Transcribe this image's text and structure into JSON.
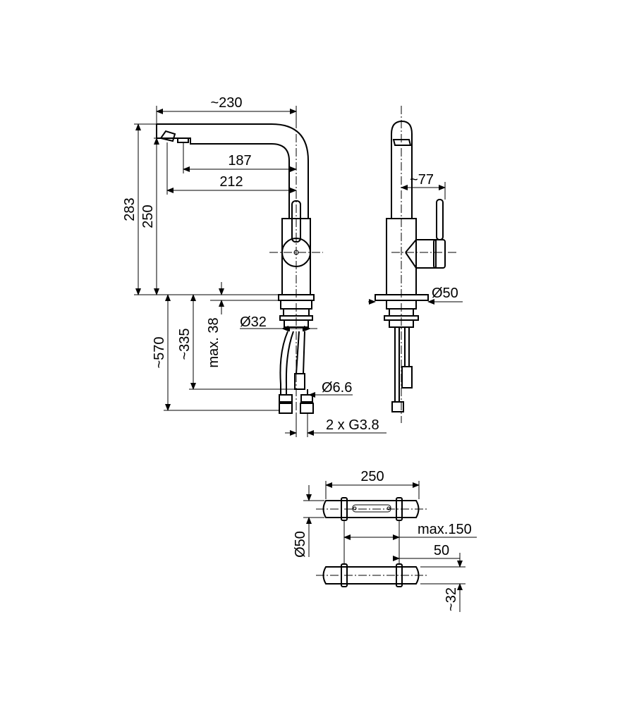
{
  "drawing": {
    "front_view": {
      "dims": {
        "spout_reach_total": "~230",
        "outlet_to_axis": "187",
        "aerator_to_axis": "212",
        "overall_height": "283",
        "outlet_height": "250",
        "body_diameter": "Ø32",
        "max_thickness": "max. 38",
        "connection_length": "~335",
        "hose_length": "~570",
        "hose_diameter": "Ø6.6",
        "connection_thread": "2 x G3.8"
      }
    },
    "side_view": {
      "dims": {
        "lever_offset": "~77",
        "base_diameter": "Ø50"
      }
    },
    "mount_view": {
      "dims": {
        "length": "250",
        "diameter": "Ø50",
        "max_spacing": "max.150",
        "offset": "50",
        "depth": "~32"
      }
    }
  }
}
